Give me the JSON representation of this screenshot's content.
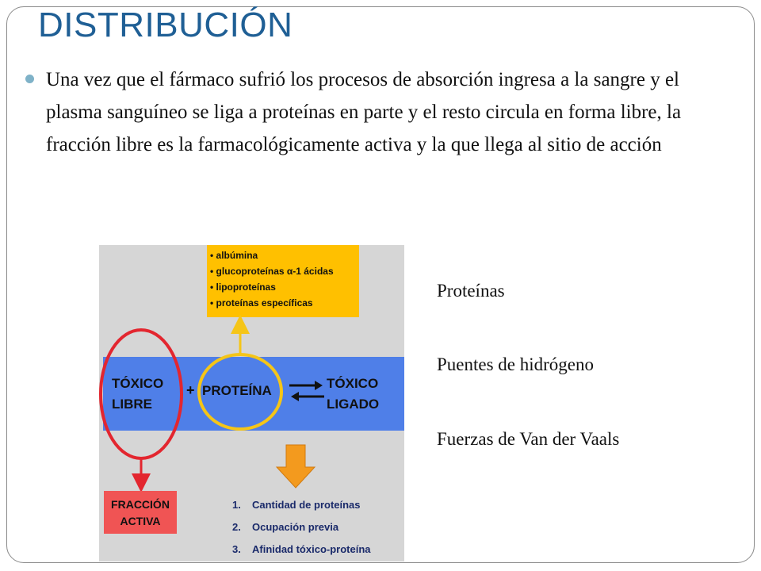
{
  "slide": {
    "title": "DISTRIBUCIÓN",
    "bullet": "Una vez que el fármaco sufrió los procesos de absorción ingresa a la sangre y el plasma sanguíneo se liga a proteínas en parte y el resto circula en forma libre, la fracción libre es la farmacológicamente activa y la que llega al sitio de acción"
  },
  "figure": {
    "protein_list": [
      "• albúmina",
      "• glucoproteínas α-1 ácidas",
      "• lipoproteínas",
      "• proteínas específicas"
    ],
    "free_toxic": [
      "TÓXICO",
      "LIBRE"
    ],
    "plus": "+",
    "protein": "PROTEÍNA",
    "bound_toxic": [
      "TÓXICO",
      "LIGADO"
    ],
    "active_fraction": [
      "FRACCIÓN",
      "ACTIVA"
    ],
    "factors": [
      {
        "num": "1.",
        "text": "Cantidad de proteínas"
      },
      {
        "num": "2.",
        "text": "Ocupación previa"
      },
      {
        "num": "3.",
        "text": "Afinidad tóxico-proteína"
      }
    ],
    "colors": {
      "background": "#d6d6d6",
      "band": "#4f7fe8",
      "yellow_box": "#ffc000",
      "red_circle": "#e3262f",
      "yellow_circle": "#f5c518",
      "orange_arrow": "#f39a1e",
      "active_box": "#f05454"
    }
  },
  "side_labels": [
    "Proteínas",
    "Puentes de hidrógeno",
    "Fuerzas de Van der Vaals"
  ],
  "colors": {
    "title": "#1f5f95",
    "bullet": "#7fb2c8"
  }
}
